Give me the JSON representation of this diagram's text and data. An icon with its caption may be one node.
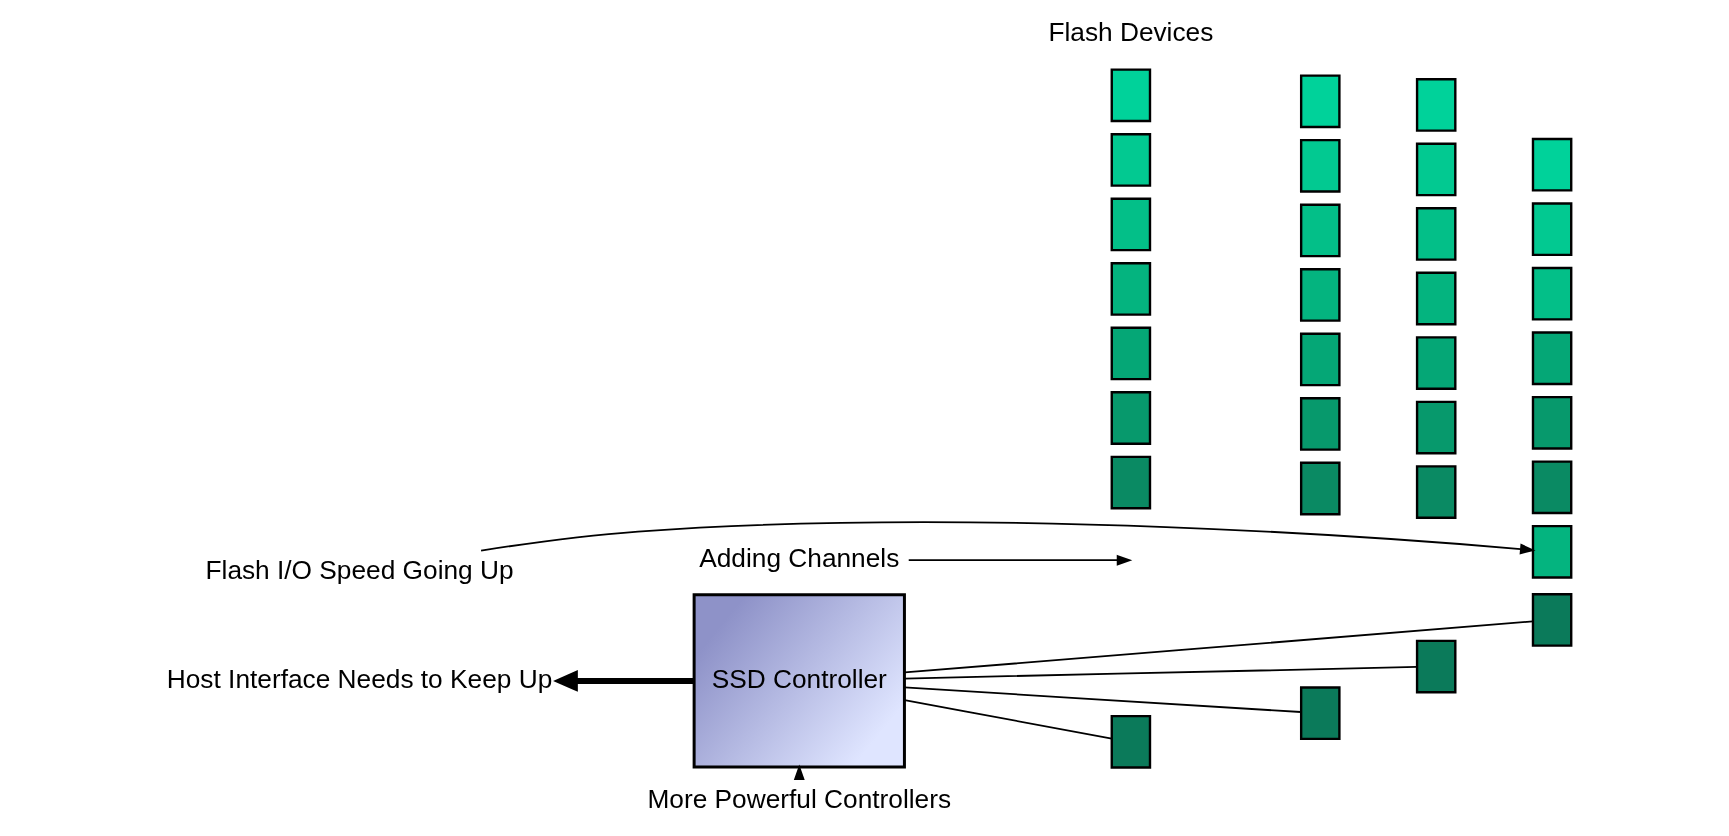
{
  "diagram": {
    "nodes": [
      {
        "text": [
          "Host Interface Needs to Keep Up"
        ]
      },
      {
        "text": [
          "SSD Controller"
        ]
      },
      {
        "text": [
          "Adding Channels"
        ]
      },
      {
        "text": [
          "Flash I/O Speed Going Up"
        ]
      },
      {
        "text": [
          "More Powerful Controllers"
        ]
      },
      {
        "text": [],
        "shape": "box"
      },
      {
        "text": [],
        "shape": "box"
      },
      {
        "text": [],
        "shape": "box"
      },
      {
        "text": [],
        "shape": "box"
      },
      {
        "text": [],
        "shape": "box"
      },
      {
        "text": [],
        "shape": "box"
      },
      {
        "text": [],
        "shape": "box"
      },
      {
        "text": [],
        "shape": "box"
      },
      {
        "text": [],
        "shape": "box"
      },
      {
        "text": [],
        "shape": "box"
      },
      {
        "text": [],
        "shape": "box"
      },
      {
        "text": [],
        "shape": "box"
      },
      {
        "text": [],
        "shape": "box"
      },
      {
        "text": [],
        "shape": "box"
      },
      {
        "text": [],
        "shape": "box"
      },
      {
        "text": [],
        "shape": "box"
      },
      {
        "text": [],
        "shape": "box"
      },
      {
        "text": [],
        "shape": "box"
      },
      {
        "text": [],
        "shape": "box"
      },
      {
        "text": [],
        "shape": "box"
      },
      {
        "text": [],
        "shape": "box"
      },
      {
        "text": [],
        "shape": "box"
      },
      {
        "text": [],
        "shape": "box"
      },
      {
        "text": [],
        "shape": "box"
      },
      {
        "text": [],
        "shape": "box"
      },
      {
        "text": [],
        "shape": "box"
      },
      {
        "text": [],
        "shape": "box"
      },
      {
        "text": [],
        "shape": "box"
      },
      {
        "text": [],
        "shape": "box"
      },
      {
        "text": [],
        "shape": "box"
      },
      {
        "text": [],
        "shape": "box"
      },
      {
        "text": [],
        "shape": "box"
      }
    ],
    "edges": [
      {
        "from": 1,
        "to": 0,
        "arrow": "to",
        "style": "thick"
      },
      {
        "from": 1,
        "to": 5,
        "arrow": "none"
      },
      {
        "from": 1,
        "to": 13,
        "arrow": "none"
      },
      {
        "from": 1,
        "to": 21,
        "arrow": "none"
      },
      {
        "from": 1,
        "to": 29,
        "arrow": "none"
      },
      {
        "from": 2,
        "to": null,
        "arrow": "to"
      },
      {
        "from": 3,
        "to": 9,
        "arrow": "to"
      },
      {
        "from": 4,
        "to": 1,
        "arrow": "to"
      }
    ],
    "labels": [
      "Flash Devices"
    ]
  }
}
